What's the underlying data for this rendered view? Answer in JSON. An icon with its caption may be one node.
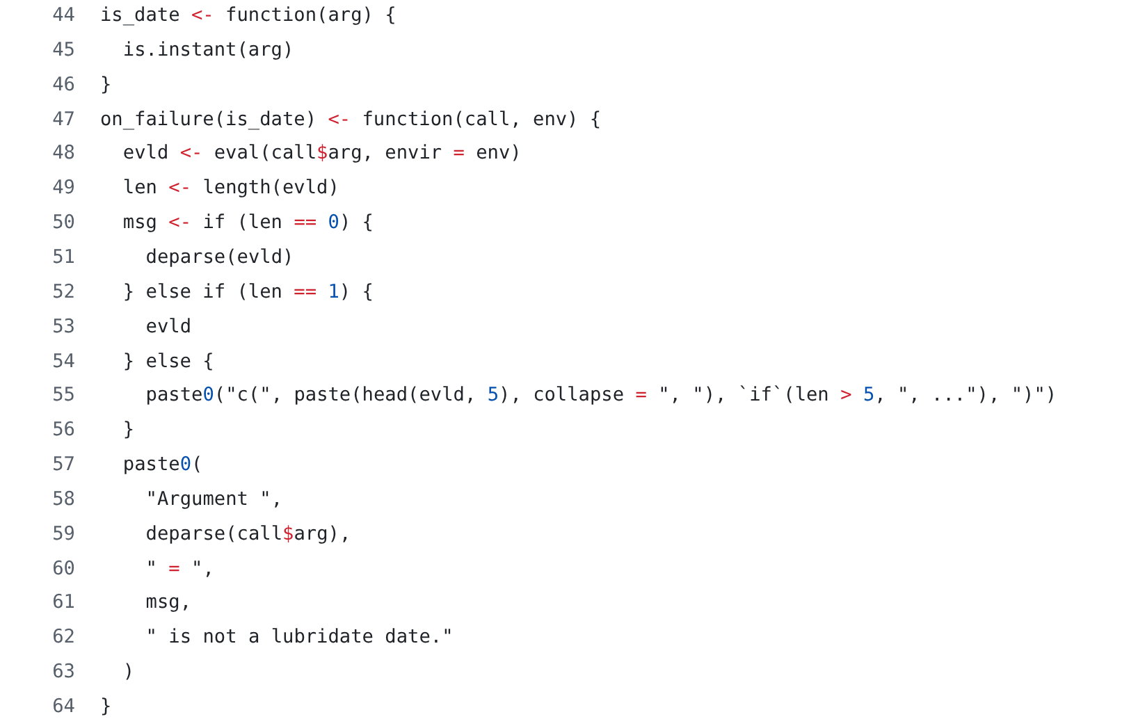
{
  "diagram": {
    "labels": [
      "44",
      "is_date <- function(arg) {",
      "45",
      "is.instant(arg)",
      "46",
      "}",
      "47",
      "on_failure(is_date) <- function(call, env) {",
      "48",
      "evld <- eval(call$arg, envir = env)",
      "49",
      "len <- length(evld)",
      "50",
      "msg <- if (len == 0) {",
      "51",
      "deparse(evld)",
      "52",
      "} else if (len == 1) {",
      "53",
      "evld",
      "54",
      "} else {",
      "55",
      "paste0(\"c(\", paste(head(evld, 5), collapse = \", \"), `if`(len > 5, \", ...\"), \")\")",
      "56",
      "}",
      "57",
      "paste0(",
      "58",
      "\"Argument \",",
      "59",
      "deparse(call$arg),",
      "60",
      "\" = \",",
      "61",
      "msg,",
      "62",
      "\" is not a lubridate date.\"",
      "63",
      ")",
      "64",
      "}"
    ]
  }
}
